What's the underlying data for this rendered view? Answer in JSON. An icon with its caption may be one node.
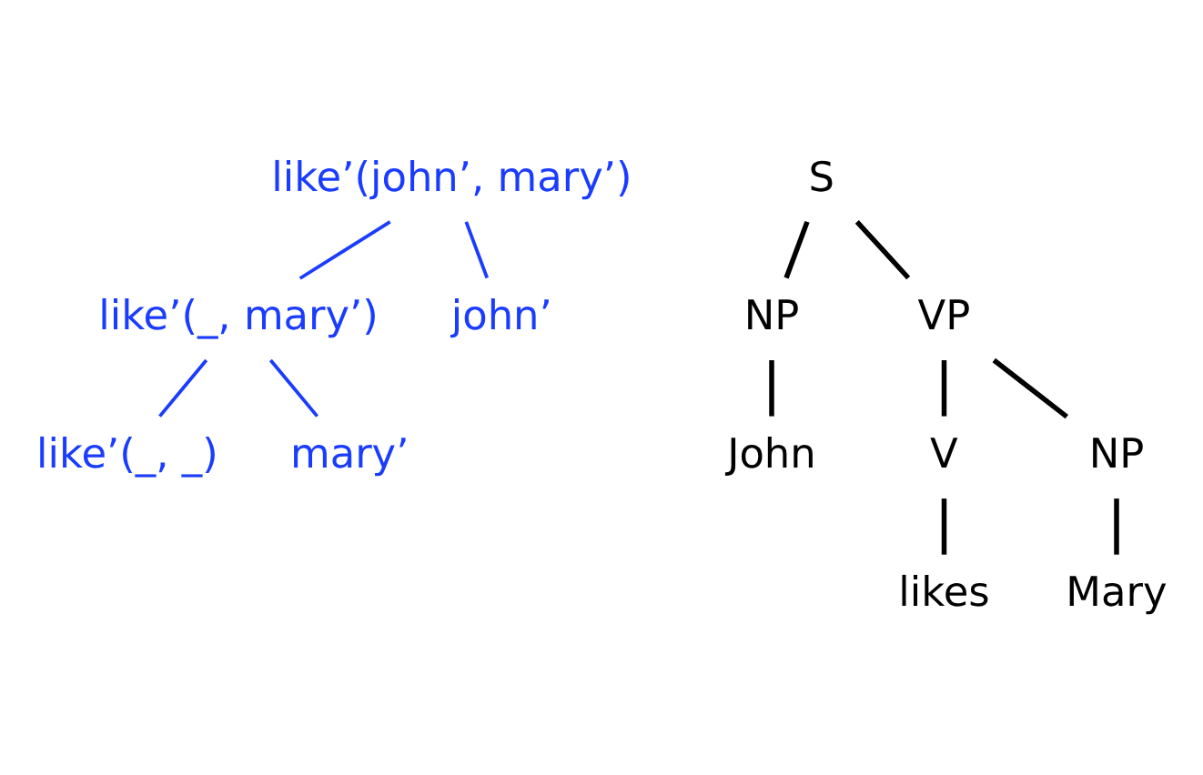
{
  "diagram": {
    "nodes": [
      {
        "text": [
          "like’(john’, mary’)"
        ]
      },
      {
        "text": [
          "S"
        ]
      },
      {
        "text": [
          "NP"
        ]
      },
      {
        "text": [
          "VP"
        ]
      },
      {
        "text": [
          "like’(_, mary’)"
        ]
      },
      {
        "text": [
          "john’"
        ]
      },
      {
        "text": [
          "John"
        ]
      },
      {
        "text": [
          "V"
        ]
      },
      {
        "text": [
          "NP"
        ]
      },
      {
        "text": [
          "like’(_, _)"
        ]
      },
      {
        "text": [
          "mary’"
        ]
      },
      {
        "text": [
          "likes"
        ]
      },
      {
        "text": [
          "Mary"
        ]
      }
    ],
    "edges": [
      {
        "from": 1,
        "to": 2,
        "arrow": "none"
      },
      {
        "from": 1,
        "to": 3,
        "arrow": "none"
      },
      {
        "from": 2,
        "to": 6,
        "arrow": "none"
      },
      {
        "from": 3,
        "to": 7,
        "arrow": "none"
      },
      {
        "from": 3,
        "to": 8,
        "arrow": "none"
      },
      {
        "from": 7,
        "to": 11,
        "arrow": "none"
      },
      {
        "from": 8,
        "to": 12,
        "arrow": "none"
      },
      {
        "from": 0,
        "to": 5,
        "arrow": "none",
        "color": "#1a3cff"
      },
      {
        "from": 0,
        "to": 4,
        "arrow": "none",
        "color": "#1a3cff"
      },
      {
        "from": 4,
        "to": 9,
        "arrow": "none",
        "color": "#1a3cff"
      },
      {
        "from": 4,
        "to": 10,
        "arrow": "none",
        "color": "#1a3cff"
      }
    ]
  }
}
